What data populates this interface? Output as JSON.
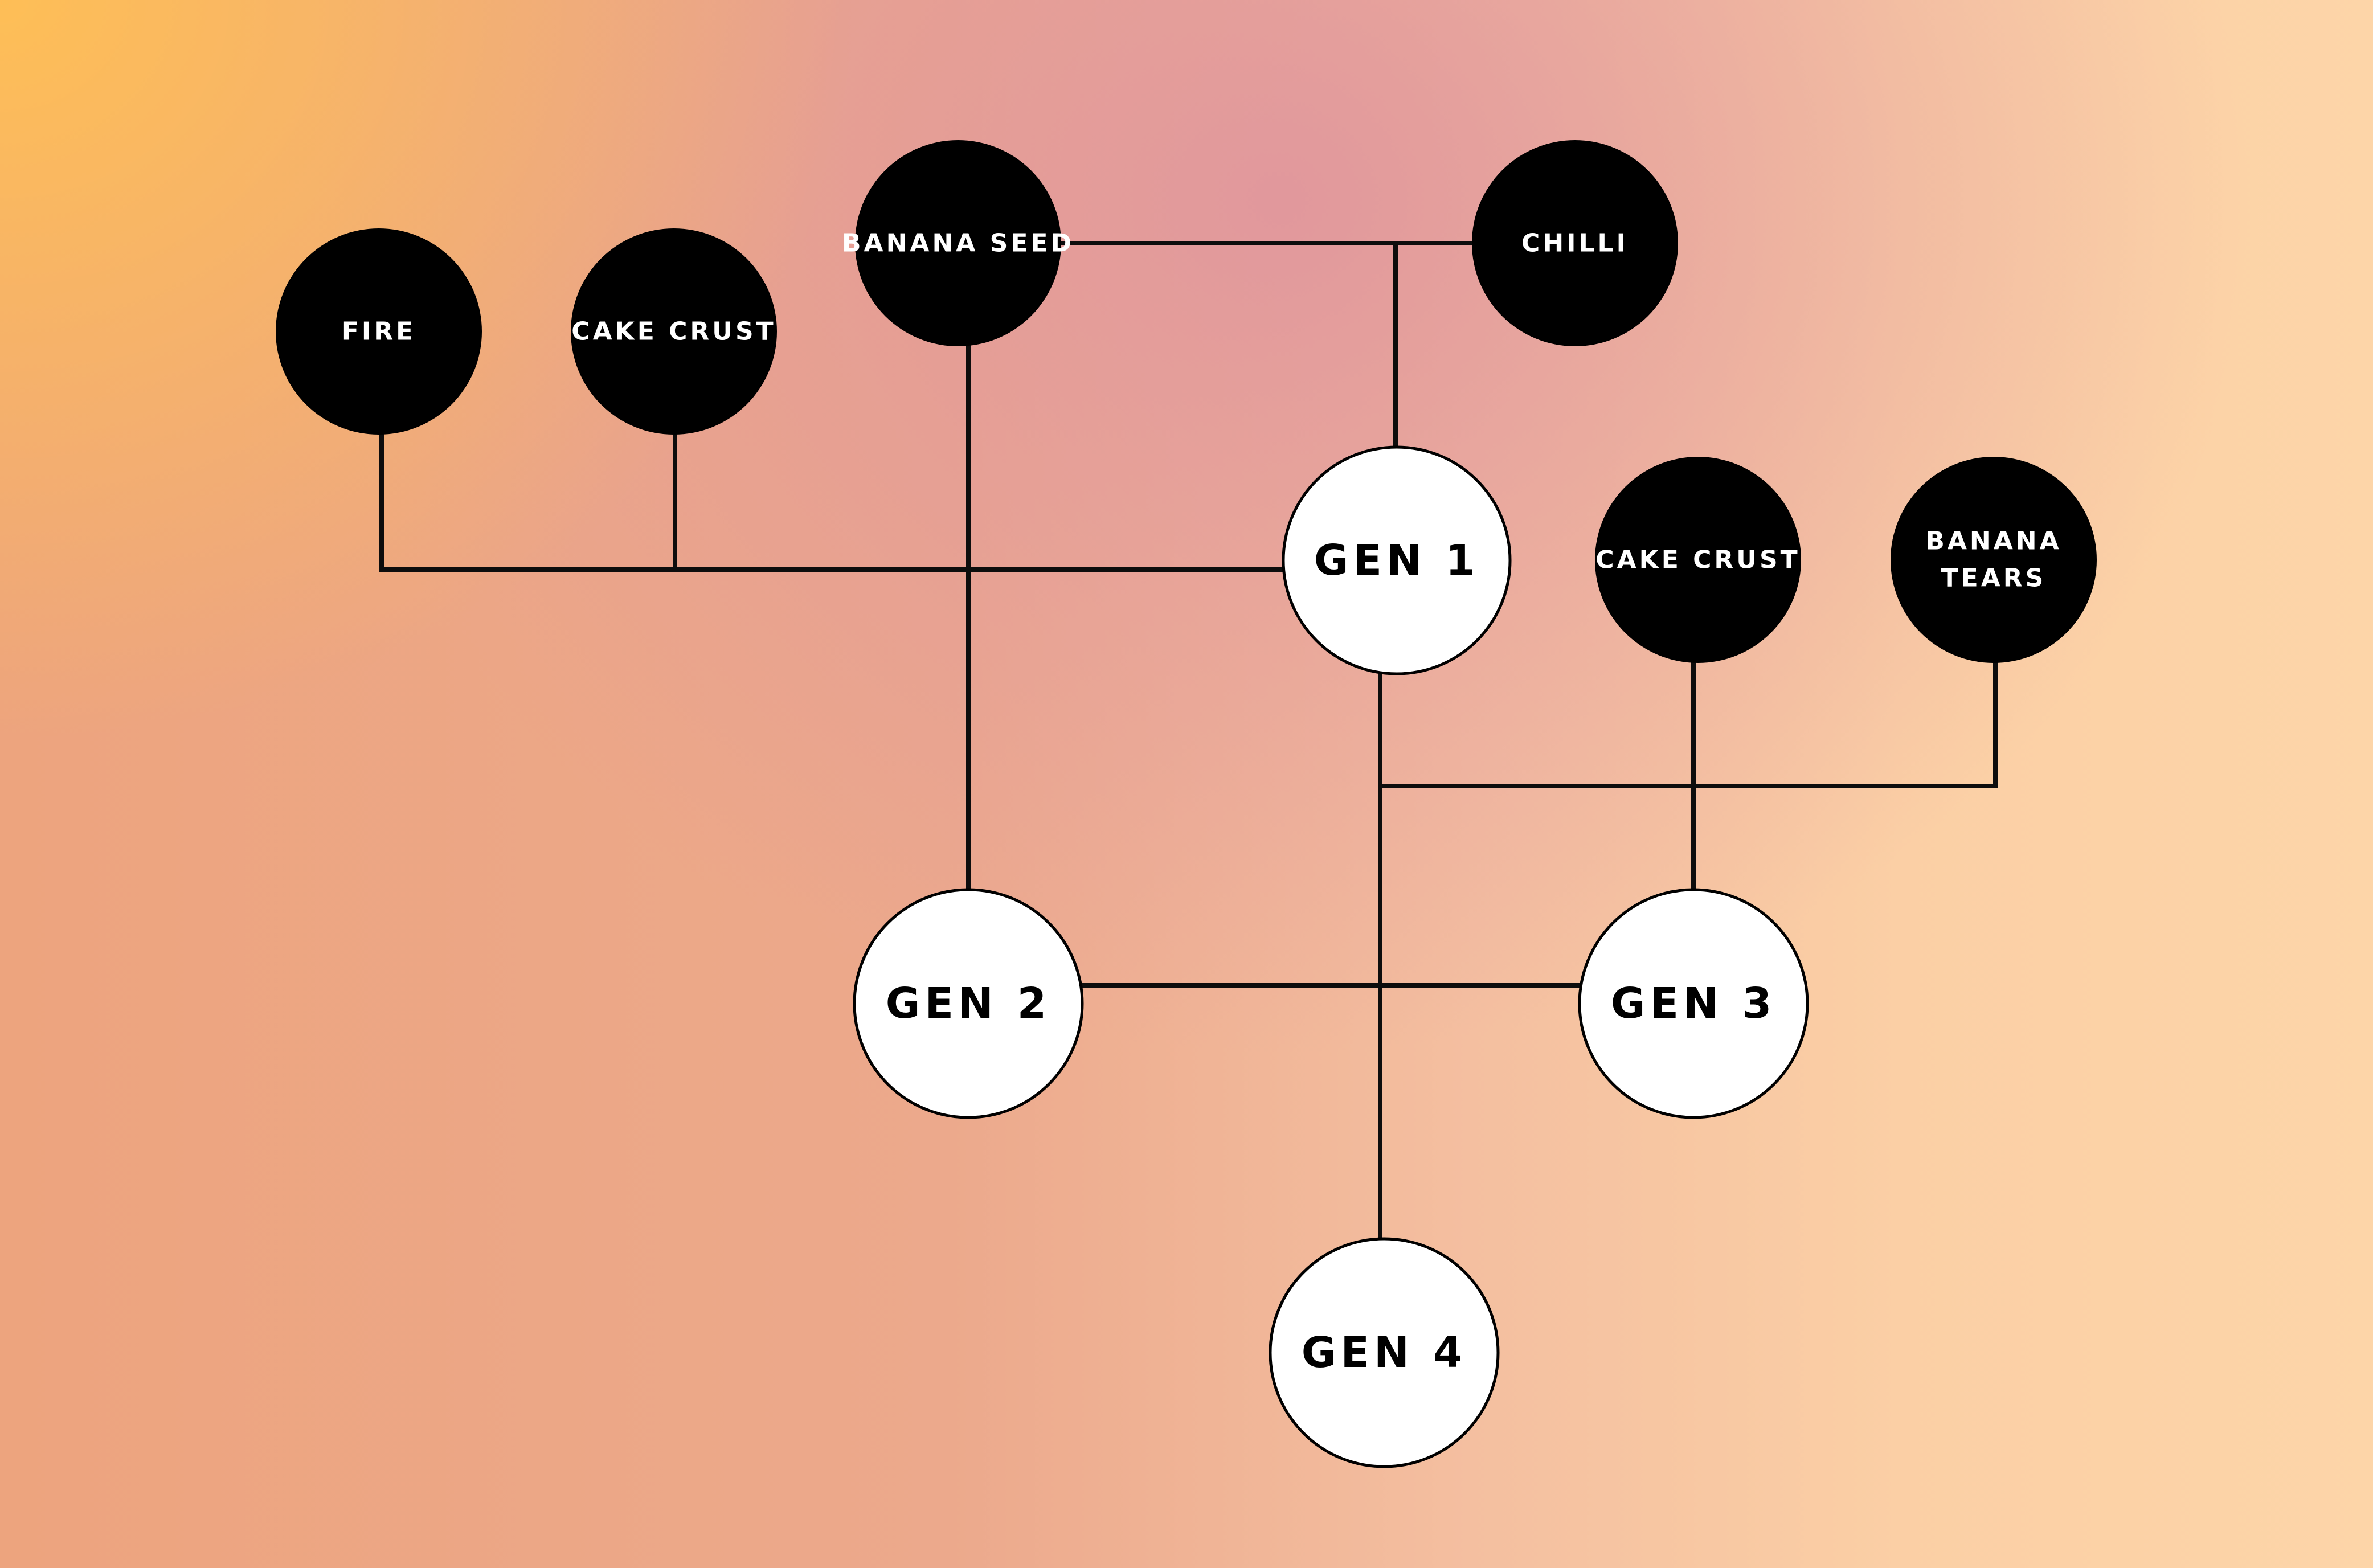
{
  "nodes": {
    "fire": {
      "label": "FIRE"
    },
    "cake_crust_top": {
      "label": "CAKE CRUST"
    },
    "banana_seed": {
      "label": "BANANA SEED"
    },
    "chilli": {
      "label": "CHILLI"
    },
    "gen1": {
      "label": "GEN 1"
    },
    "cake_crust_right": {
      "label": "CAKE CRUST"
    },
    "banana_tears": {
      "label_line1": "BANANA",
      "label_line2": "TEARS"
    },
    "gen2": {
      "label": "GEN 2"
    },
    "gen3": {
      "label": "GEN 3"
    },
    "gen4": {
      "label": "GEN 4"
    }
  },
  "colors": {
    "ingredient_fill": "#000000",
    "generation_fill": "#ffffff",
    "line": "#0d0d0d"
  }
}
